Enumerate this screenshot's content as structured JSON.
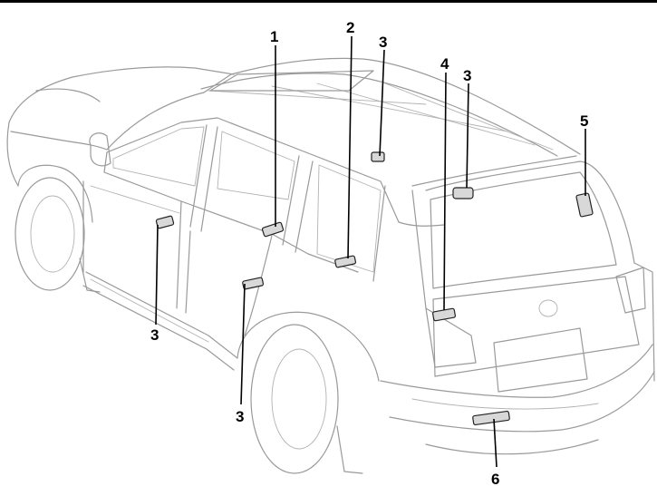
{
  "callouts": [
    {
      "label": "1"
    },
    {
      "label": "2"
    },
    {
      "label": "3"
    },
    {
      "label": "4"
    },
    {
      "label": "3"
    },
    {
      "label": "5"
    },
    {
      "label": "3"
    },
    {
      "label": "3"
    },
    {
      "label": "6"
    }
  ]
}
